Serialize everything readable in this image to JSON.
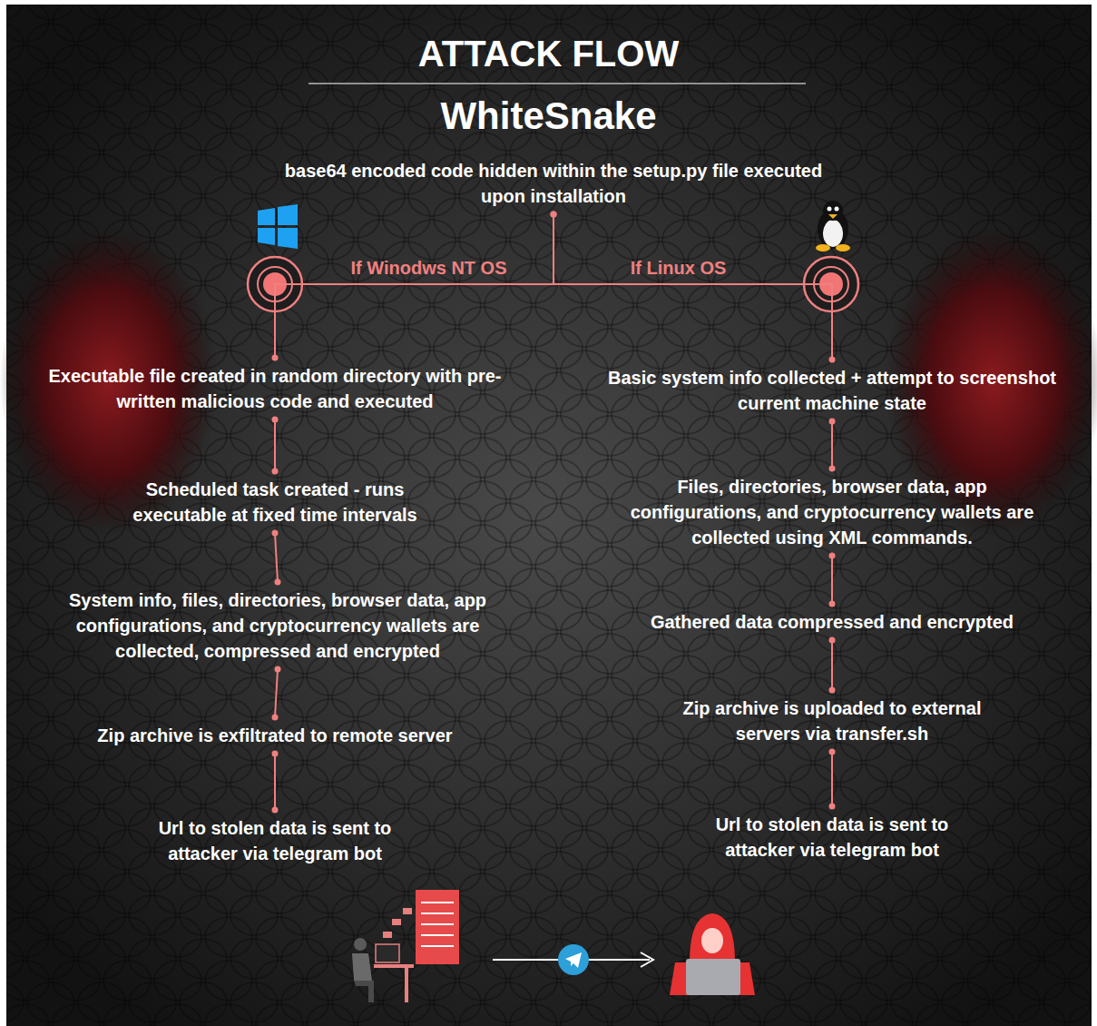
{
  "diagram": {
    "title": "ATTACK FLOW",
    "nodes": [
      {
        "text": [
          "base64 encoded code hidden within the setup.py file executed upon installation"
        ]
      },
      {
        "text": [
          "Executable file created in random directory with pre-written malicious code and executed"
        ]
      },
      {
        "text": [
          "Scheduled task created - runs executable at fixed time intervals"
        ]
      },
      {
        "text": [
          "System info, files, directories, browser data, app configurations, and cryptocurrency wallets are collected, compressed and encrypted"
        ]
      },
      {
        "text": [
          "Zip archive is exfiltrated to remote server"
        ]
      },
      {
        "text": [
          "Url to stolen data is sent to attacker via telegram bot"
        ]
      },
      {
        "text": [
          "Basic system info collected + attempt to screenshot current machine state"
        ]
      },
      {
        "text": [
          "Files, directories, browser data, app configurations, and cryptocurrency wallets are collected using XML commands."
        ]
      },
      {
        "text": [
          "Gathered data compressed and encrypted"
        ]
      },
      {
        "text": [
          "Zip archive is uploaded to external servers via transfer.sh"
        ]
      },
      {
        "text": [
          "Url to stolen data is sent to attacker via telegram bot"
        ]
      }
    ],
    "edges": [
      {
        "from": 0,
        "to": 1,
        "label": "If Winodws NT OS",
        "arrow": "none"
      },
      {
        "from": 0,
        "to": 6,
        "label": "If Linux OS",
        "arrow": "none"
      },
      {
        "from": 1,
        "to": 2,
        "arrow": "none"
      },
      {
        "from": 2,
        "to": 3,
        "arrow": "none"
      },
      {
        "from": 3,
        "to": 4,
        "arrow": "none"
      },
      {
        "from": 4,
        "to": 5,
        "arrow": "none"
      },
      {
        "from": 6,
        "to": 7,
        "arrow": "none"
      },
      {
        "from": 7,
        "to": 8,
        "arrow": "none"
      },
      {
        "from": 8,
        "to": 9,
        "arrow": "none"
      },
      {
        "from": 9,
        "to": 10,
        "arrow": "none"
      }
    ],
    "labels": [
      "WhiteSnake"
    ]
  }
}
